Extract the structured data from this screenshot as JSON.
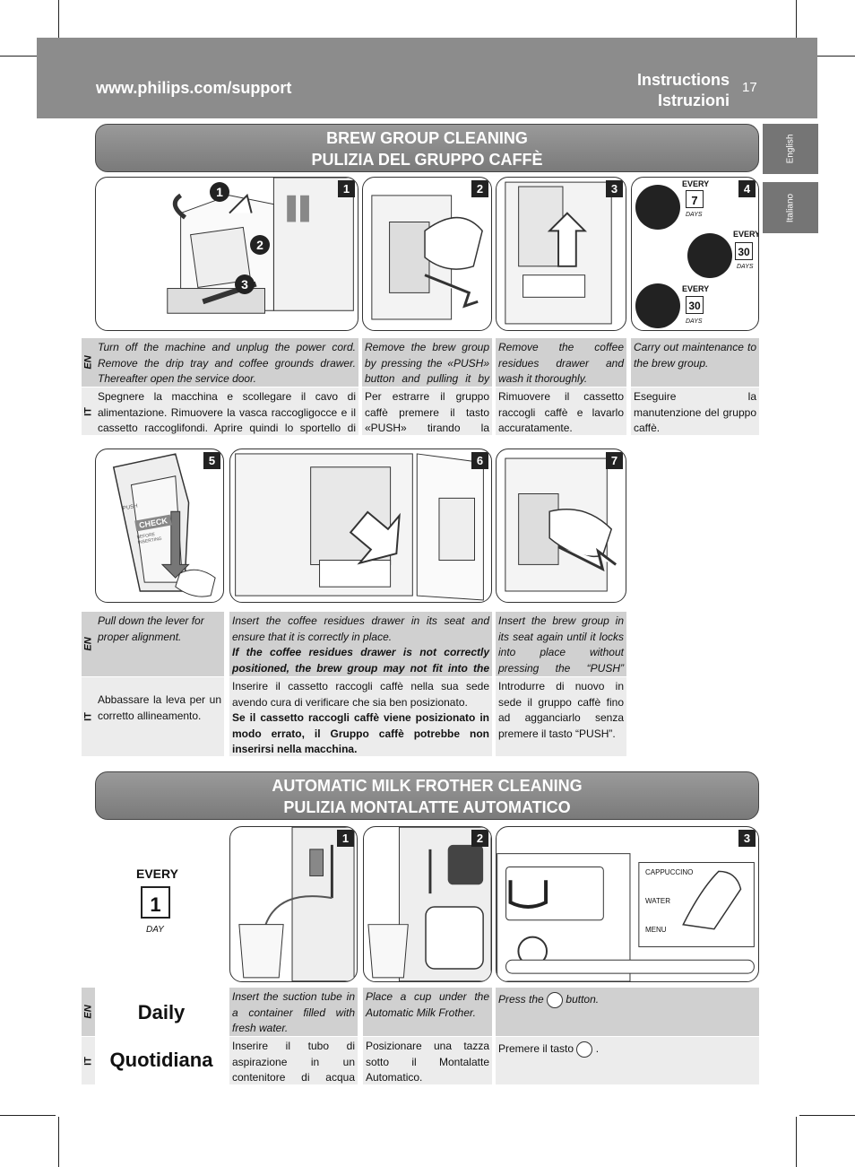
{
  "header": {
    "url": "www.philips.com/support",
    "title_en": "Instructions",
    "title_it": "Istruzioni",
    "page": "17"
  },
  "tabs": [
    "English",
    "Italiano"
  ],
  "section1": {
    "title_en": "BREW GROUP CLEANING",
    "title_it": "PULIZIA DEL GRUPPO CAFFÈ",
    "steps": [
      "1",
      "2",
      "3",
      "4",
      "5",
      "6",
      "7"
    ],
    "callouts": [
      "1",
      "2",
      "3"
    ],
    "every": "EVERY",
    "days": "DAYS",
    "counts": [
      "7",
      "30",
      "30"
    ],
    "lang_en": "EN",
    "lang_it": "IT",
    "row1_en": [
      "Turn off the machine and unplug the power cord. Remove the drip tray and coffee grounds drawer. Thereafter open the service door.",
      "Remove the brew group by pressing the «PUSH» button and pulling it by the handle.",
      "Remove the coffee residues drawer and wash it thoroughly.",
      "Carry out maintenance to the brew group."
    ],
    "row1_it": [
      "Spegnere la macchina e scollegare il cavo di alimentazione. Rimuovere la vasca raccogligocce e il cassetto raccoglifondi. Aprire quindi lo sportello di servizio.",
      "Per estrarre il gruppo caffè premere il tasto «PUSH» tirando la maniglia.",
      "Rimuovere il cassetto raccogli caffè e lavarlo accuratamente.",
      "Eseguire la manutenzione del gruppo caffè."
    ],
    "row2_en": [
      "Pull down the lever for proper alignment.",
      "Insert the coffee residues drawer in its seat and ensure that it is correctly in place.",
      "Insert the brew group in its seat again until it locks into place without pressing the “PUSH” button."
    ],
    "row2_en_bold": "If the coffee residues drawer is not correctly positioned, the brew group may not fit into the machine.",
    "row2_it": [
      "Abbassare la leva per un corretto allineamento.",
      "Inserire il cassetto raccogli caffè nella sua sede avendo cura di verificare che sia ben posizionato.",
      "Introdurre di nuovo in sede il gruppo caffè fino ad agganciarlo senza premere il tasto “PUSH”."
    ],
    "row2_it_bold": "Se il cassetto raccogli caffè viene posizionato in modo errato, il Gruppo caffè potrebbe non inserirsi nella macchina.",
    "check": "CHECK",
    "check_sub": "BEFORE INSERTING",
    "push": "PUSH"
  },
  "section2": {
    "title_en": "AUTOMATIC MILK FROTHER  CLEANING",
    "title_it": "PULIZIA MONTALATTE AUTOMATICO",
    "steps": [
      "1",
      "2",
      "3"
    ],
    "every": "EVERY",
    "count": "1",
    "day": "DAY",
    "daily_en": "Daily",
    "daily_it": "Quotidiana",
    "lang_en": "EN",
    "lang_it": "IT",
    "en": [
      "Insert the suction tube in a container filled with fresh water.",
      "Place a cup under the Automatic Milk Frother."
    ],
    "en_press_a": "Press the",
    "en_press_b": "button.",
    "it": [
      "Inserire il tubo di aspirazione in un contenitore di acqua fresca potabile.",
      "Posizionare una tazza sotto il Montalatte Automatico."
    ],
    "it_press_a": "Premere il tasto",
    "it_press_b": ".",
    "panel": [
      "CAPPUCCINO",
      "WATER",
      "MENU"
    ]
  }
}
